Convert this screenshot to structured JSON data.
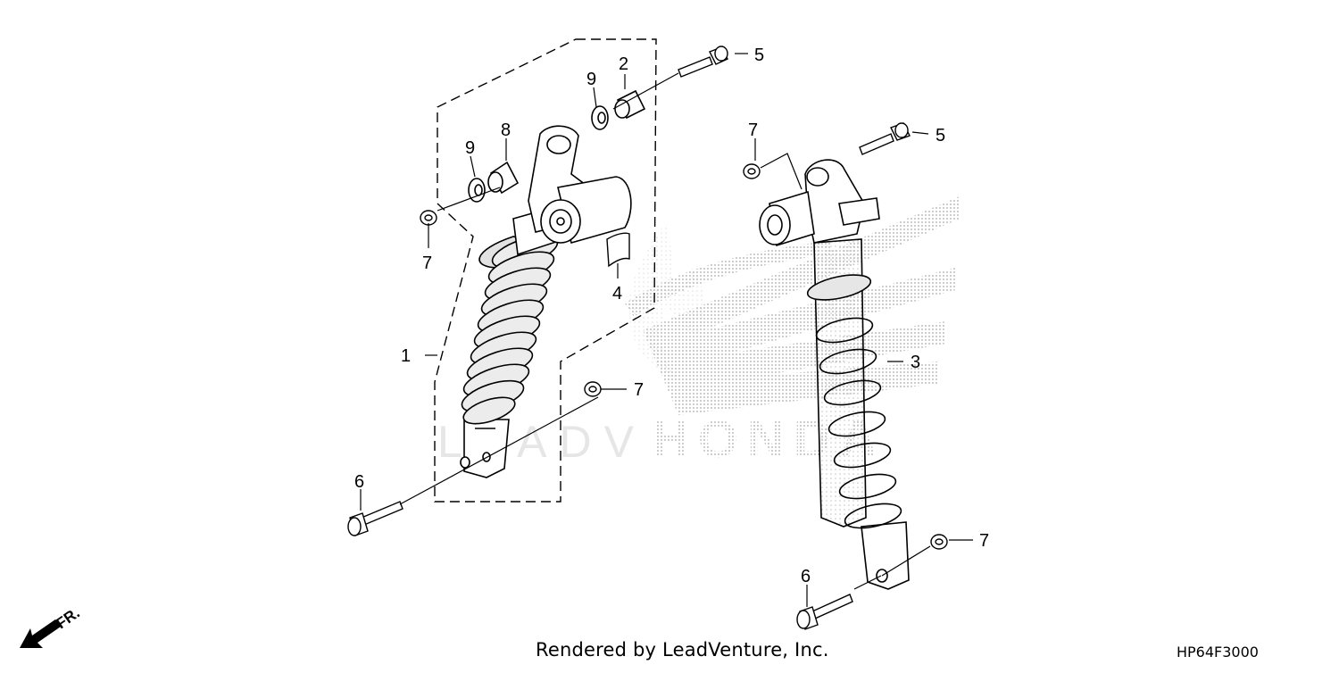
{
  "diagram": {
    "part_numbers": {
      "p1": "1",
      "p2": "2",
      "p3": "3",
      "p4": "4",
      "p5": "5",
      "p6": "6",
      "p7": "7",
      "p8": "8",
      "p9": "9"
    },
    "front_indicator": "FR.",
    "watermark": {
      "brand": "HONDA",
      "dealer": "LEADV"
    }
  },
  "footer": {
    "credit": "Rendered by LeadVenture, Inc.",
    "diagram_code": "HP64F3000"
  },
  "colors": {
    "line": "#000000",
    "watermark": "#b5b5b5",
    "spring": "#dcdcdc"
  }
}
